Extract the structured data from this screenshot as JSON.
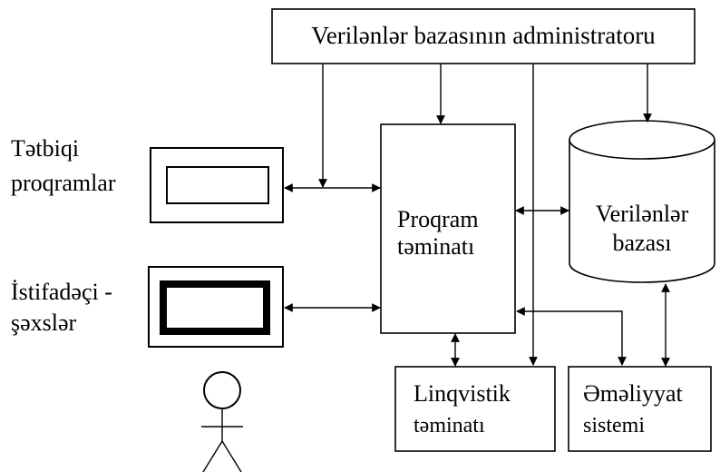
{
  "diagram": {
    "admin": "Verilənlər bazasının administratoru",
    "applications": {
      "line1": "Tətbiqi",
      "line2": "proqramlar"
    },
    "users": {
      "line1": "İstifadəçi -",
      "line2": "şəxslər"
    },
    "software": {
      "line1": "Proqram",
      "line2": "təminatı"
    },
    "database": {
      "line1": "Verilənlər",
      "line2": "bazası"
    },
    "linguistic": {
      "line1": "Linqvistik",
      "line2": "təminatı"
    },
    "os": {
      "line1": "Əməliyyat",
      "line2": "sistemi"
    }
  }
}
